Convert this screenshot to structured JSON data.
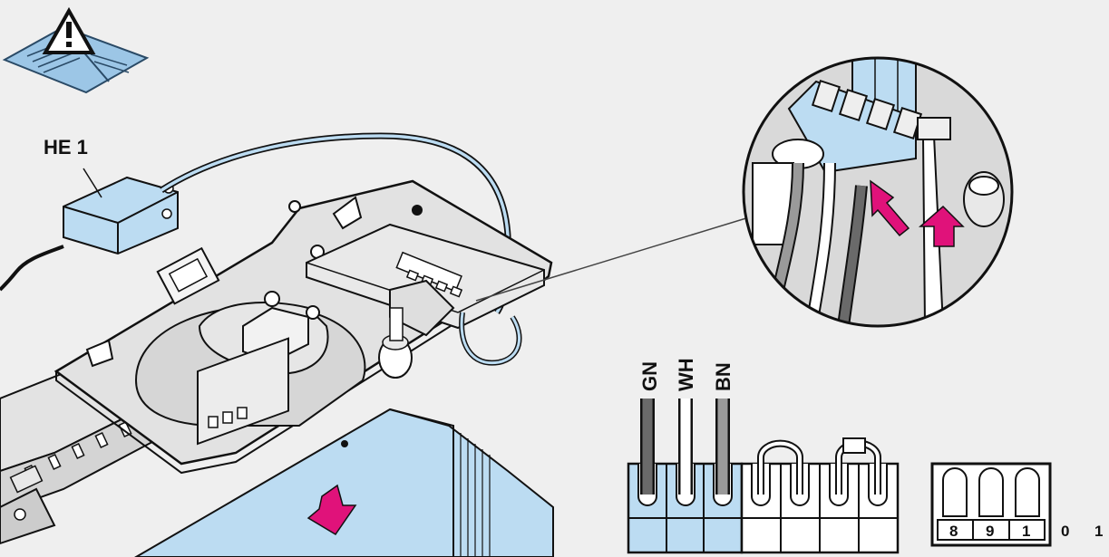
{
  "labels": {
    "receiver": "HE 1",
    "wire_gn": "GN",
    "wire_wh": "WH",
    "wire_bn": "BN",
    "terminal_8": "8",
    "terminal_9": "9",
    "terminal_1": "1",
    "terminal_0": "0",
    "terminal_1b": "1"
  },
  "icons": {
    "manual": "warning-manual-icon",
    "push_arrow": "magenta-arrow-icon"
  },
  "colors": {
    "background": "#efefef",
    "light_blue": "#bcdcf2",
    "magenta": "#e0127a",
    "line": "#1a1a1a",
    "housing_gray": "#dcdcdc"
  }
}
